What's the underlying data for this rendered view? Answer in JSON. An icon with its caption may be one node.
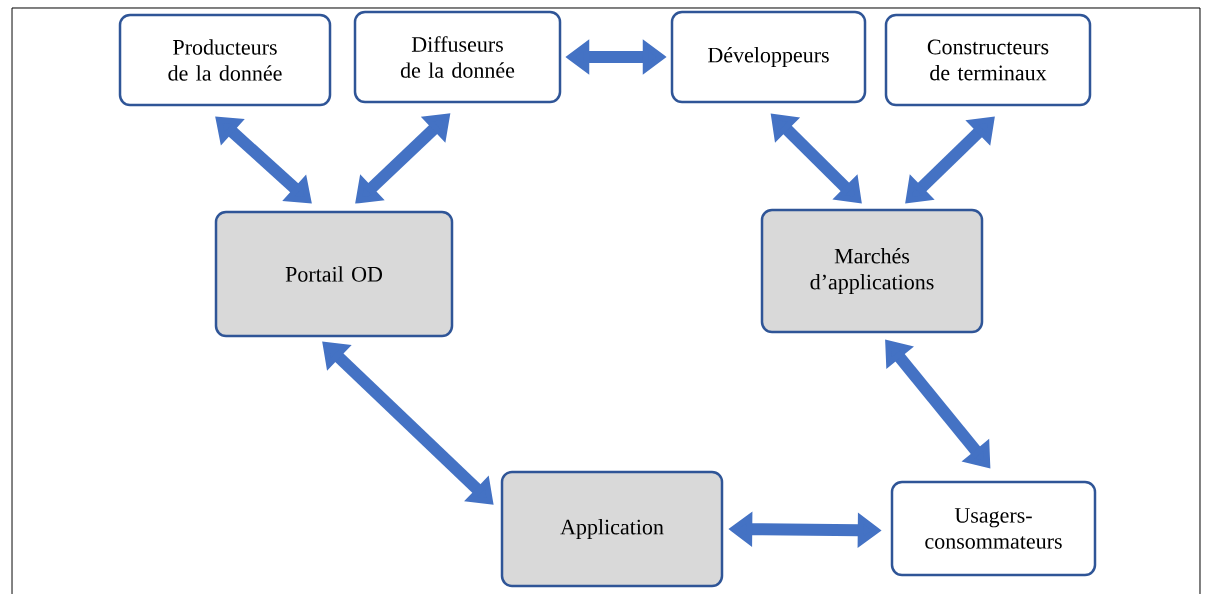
{
  "diagram": {
    "nodes": [
      {
        "text": [
          "Producteurs de la donnée"
        ]
      },
      {
        "text": [
          "Diffuseurs de la donnée"
        ]
      },
      {
        "text": [
          "Développeurs"
        ]
      },
      {
        "text": [
          "Constructeurs de terminaux"
        ]
      },
      {
        "text": [
          "Portail OD"
        ]
      },
      {
        "text": [
          "Marchés d’applications"
        ]
      },
      {
        "text": [
          "Application"
        ]
      },
      {
        "text": [
          "Usagers-consommateurs"
        ]
      }
    ],
    "edges": [
      {
        "from": 0,
        "to": 4,
        "arrow": "both"
      },
      {
        "from": 1,
        "to": 4,
        "arrow": "both"
      },
      {
        "from": 1,
        "to": 2,
        "arrow": "both"
      },
      {
        "from": 2,
        "to": 5,
        "arrow": "both"
      },
      {
        "from": 3,
        "to": 5,
        "arrow": "both"
      },
      {
        "from": 4,
        "to": 6,
        "arrow": "both"
      },
      {
        "from": 5,
        "to": 7,
        "arrow": "both"
      },
      {
        "from": 6,
        "to": 7,
        "arrow": "both"
      }
    ]
  }
}
